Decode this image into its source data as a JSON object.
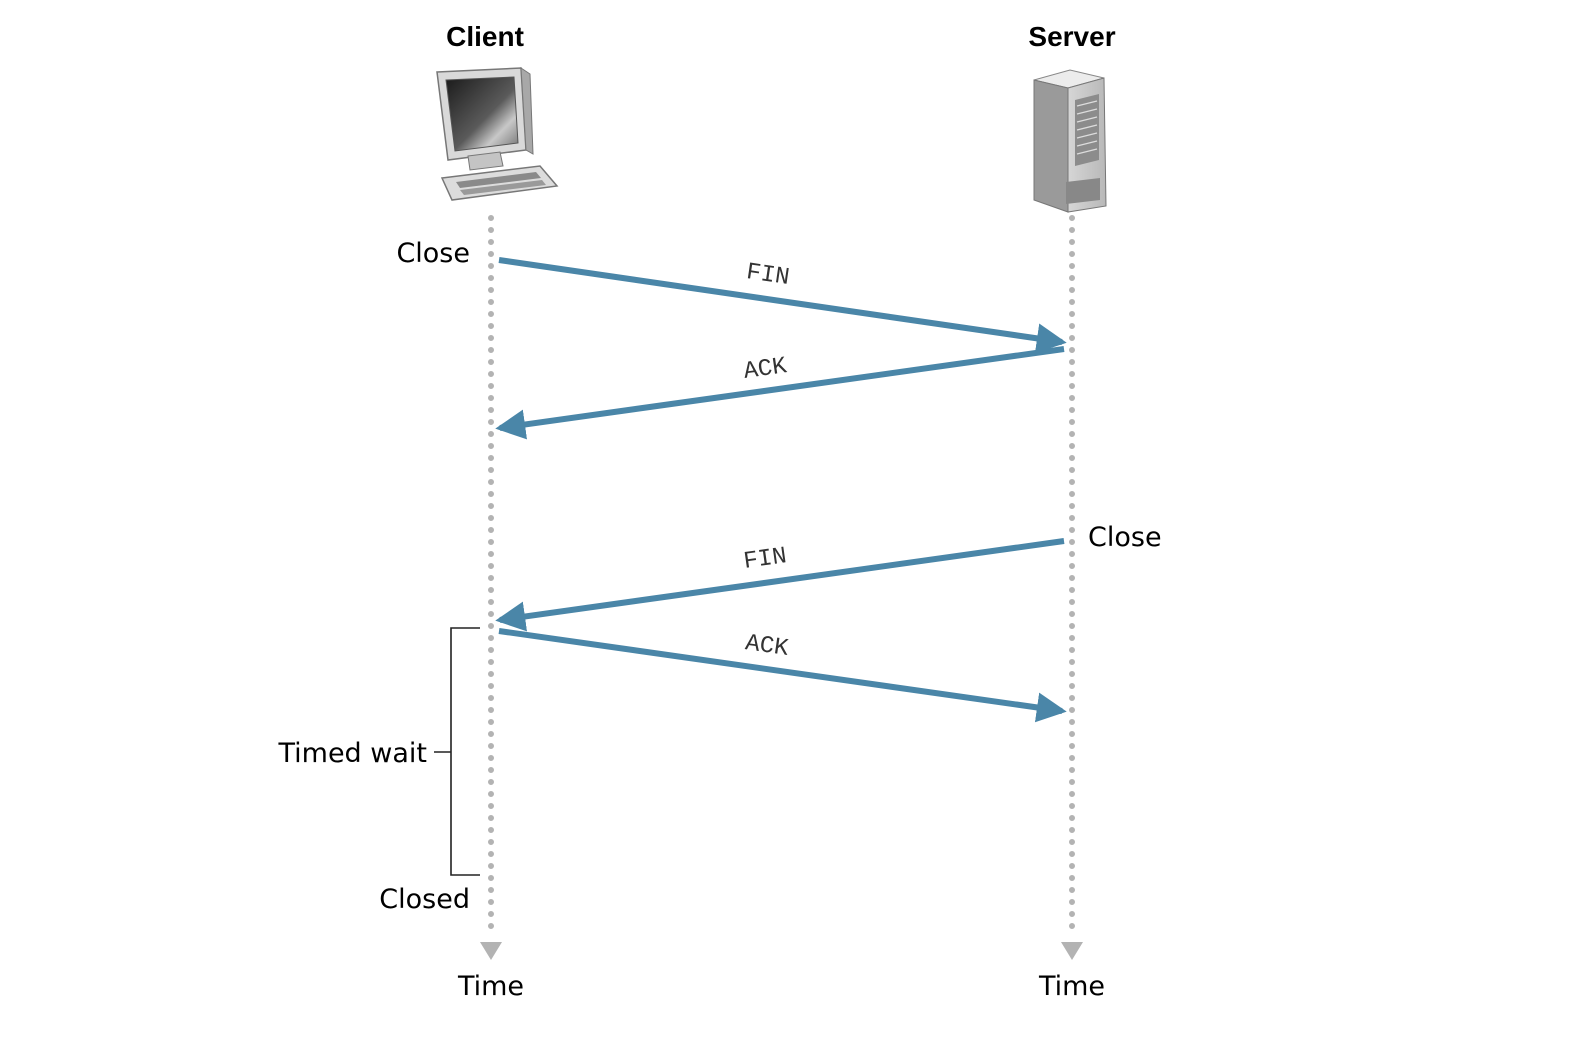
{
  "participants": {
    "client": {
      "title": "Client",
      "time_label": "Time",
      "icon": "desktop-computer-icon"
    },
    "server": {
      "title": "Server",
      "time_label": "Time",
      "icon": "server-tower-icon"
    }
  },
  "events": {
    "client_close": "Close",
    "server_close": "Close",
    "timed_wait": "Timed wait",
    "closed": "Closed"
  },
  "messages": [
    {
      "label": "FIN",
      "from": "client",
      "to": "server"
    },
    {
      "label": "ACK",
      "from": "server",
      "to": "client"
    },
    {
      "label": "FIN",
      "from": "server",
      "to": "client"
    },
    {
      "label": "ACK",
      "from": "client",
      "to": "server"
    }
  ],
  "colors": {
    "arrow": "#4a86a8",
    "lifeline": "#b3b3b3"
  }
}
